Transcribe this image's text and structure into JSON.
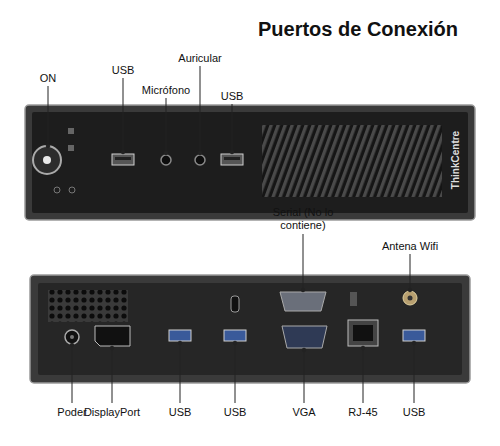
{
  "diagram": {
    "title": "Puertos de Conexión",
    "labels": [
      "ON",
      "USB",
      "Micrófono",
      "Auricular",
      "USB",
      "ThinkCentre",
      "Serial (No lo contiene)",
      "Antena Wifi",
      "Poder",
      "DisplayPort",
      "USB",
      "USB",
      "VGA",
      "RJ-45",
      "USB"
    ]
  }
}
